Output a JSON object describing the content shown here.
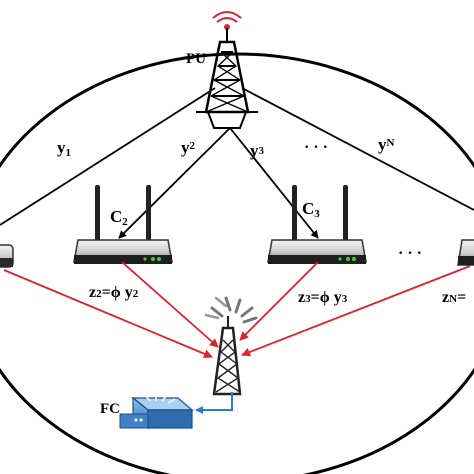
{
  "pu": {
    "label": "PU"
  },
  "fc": {
    "label": "FC"
  },
  "links": [
    {
      "base": "y",
      "sub": "1"
    },
    {
      "base": "y",
      "sub": "2"
    },
    {
      "base": "y",
      "sub": "3"
    },
    {
      "base": "y",
      "sub": "N"
    }
  ],
  "link_ellipsis": "· · ·",
  "nodes": [
    {
      "base": "C",
      "sub": "2"
    },
    {
      "base": "C",
      "sub": "3"
    }
  ],
  "node_ellipsis": "· · ·",
  "reports": [
    {
      "z": "z",
      "zsub": "2",
      "eq": "=ϕ ",
      "y": "y",
      "ysub": "2"
    },
    {
      "z": "z",
      "zsub": "3",
      "eq": "=ϕ ",
      "y": "y",
      "ysub": "3"
    },
    {
      "z": "z",
      "zsub": "N",
      "eq": "=",
      "y": "",
      "ysub": ""
    }
  ],
  "colors": {
    "link": "#000000",
    "report": "#e0202a",
    "fc_link": "#2a7fd0",
    "fc_box": "#2f6db0"
  }
}
